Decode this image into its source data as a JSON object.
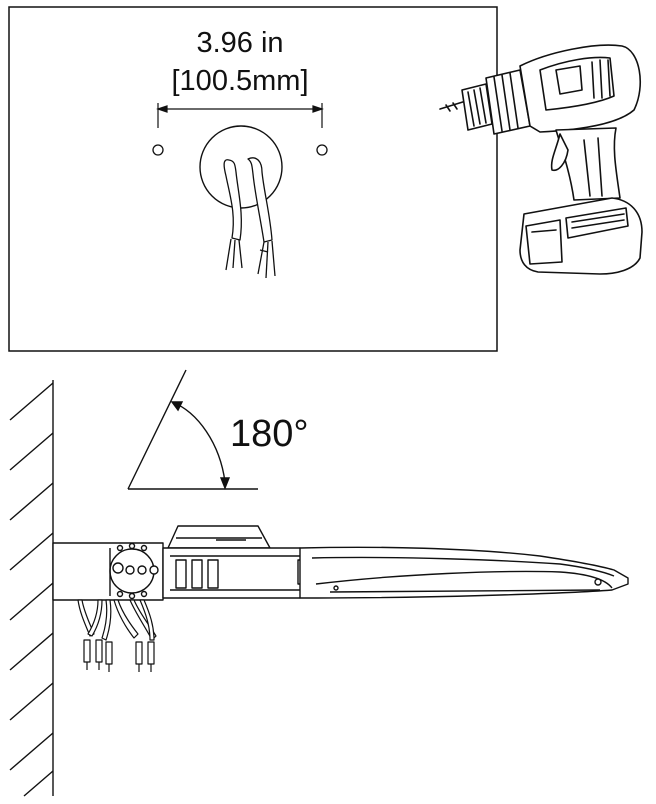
{
  "dimension": {
    "inches": "3.96 in",
    "millimeters": "[100.5mm]"
  },
  "angle": {
    "label": "180°"
  }
}
